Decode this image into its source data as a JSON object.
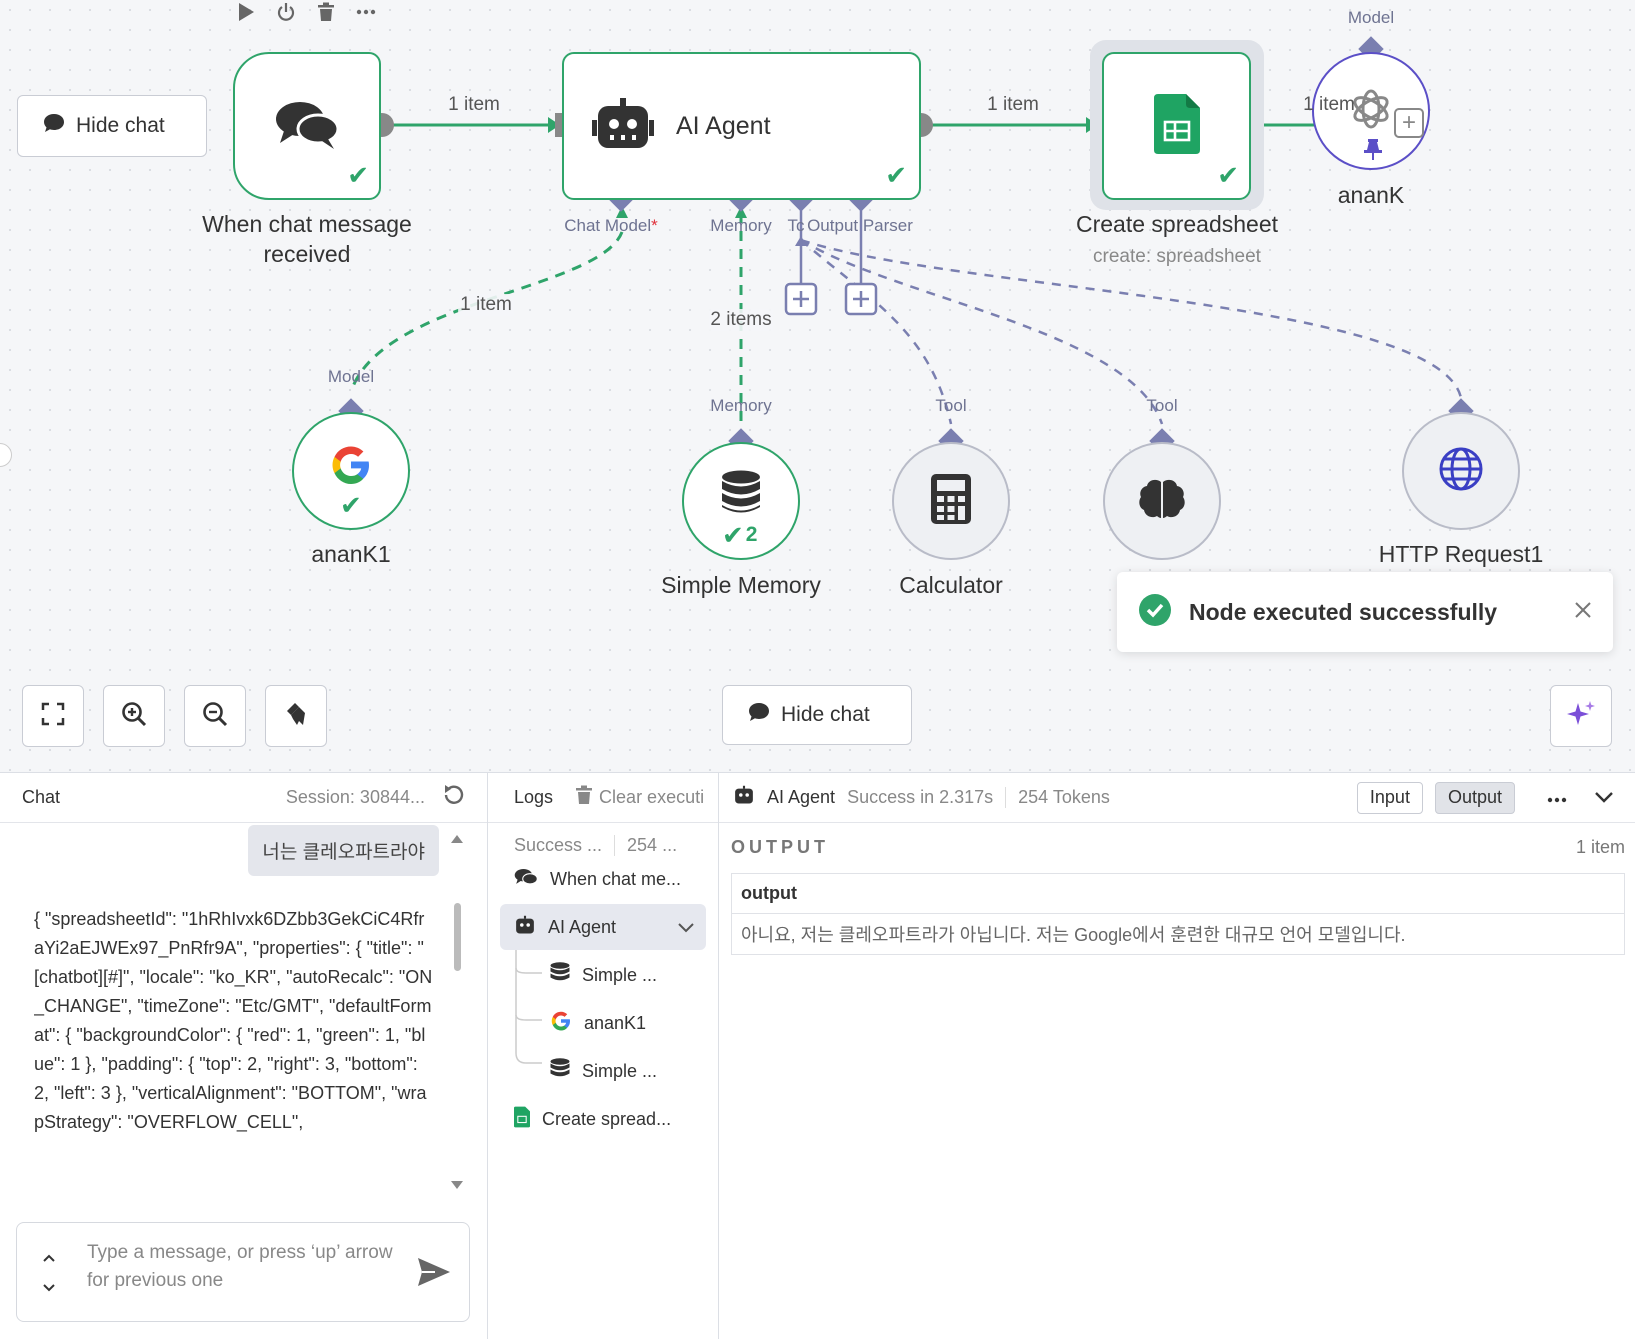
{
  "canvas": {
    "hide_chat_label": "Hide chat",
    "hide_chat_label_2": "Hide chat",
    "nodes": {
      "trigger": {
        "label_line1": "When chat message",
        "label_line2": "received"
      },
      "agent": {
        "label": "AI Agent"
      },
      "sheet": {
        "label": "Create spreadsheet",
        "sub": "create: spreadsheet"
      },
      "openai": {
        "label": "ananK",
        "port_label": "Model"
      },
      "gemini": {
        "label": "ananK1",
        "port_label": "Model"
      },
      "memory": {
        "label": "Simple Memory",
        "port_label": "Memory",
        "badge_count": "2"
      },
      "calculator": {
        "label": "Calculator",
        "port_label": "Tool"
      },
      "think": {
        "label": "",
        "port_label": "Tool"
      },
      "http": {
        "label": "HTTP Request1"
      }
    },
    "ports": {
      "chat_model": "Chat Model",
      "required_mark": "*",
      "memory": "Memory",
      "tool": "Tc",
      "output_parser": "Output Parser"
    },
    "edges": {
      "trigger_agent": "1 item",
      "agent_sheet": "1 item",
      "sheet_next": "1 item",
      "model_link": "1 item",
      "memory_link": "2 items"
    },
    "toast": {
      "message": "Node executed successfully"
    },
    "icons": [
      "play-icon",
      "power-icon",
      "trash-icon",
      "more-icon",
      "fit-view-icon",
      "zoom-in-icon",
      "zoom-out-icon",
      "tidy-up-icon",
      "sparkle-icon"
    ],
    "colors": {
      "success": "#2fa46a",
      "port": "#7a7fb0",
      "purple": "#5b4fc7",
      "sheets_green": "#1fa463"
    }
  },
  "chat": {
    "title": "Chat",
    "session": "Session: 30844...",
    "user_message": "너는 클레오파트라야",
    "bot_message": "{ \"spreadsheetId\": \"1hRhIvxk6DZbb3GekCiC4RfraYi2aEJWEx97_PnRfr9A\", \"properties\": { \"title\": \"[chatbot][#]\", \"locale\": \"ko_KR\", \"autoRecalc\": \"ON_CHANGE\", \"timeZone\": \"Etc/GMT\", \"defaultFormat\": { \"backgroundColor\": { \"red\": 1, \"green\": 1, \"blue\": 1 }, \"padding\": { \"top\": 2, \"right\": 3, \"bottom\": 2, \"left\": 3 }, \"verticalAlignment\": \"BOTTOM\", \"wrapStrategy\": \"OVERFLOW_CELL\",",
    "input_placeholder": "Type a message, or press ‘up’ arrow for previous one"
  },
  "logs": {
    "title": "Logs",
    "clear_label": "Clear executi",
    "summary_status": "Success ...",
    "summary_tokens": "254 ...",
    "items": [
      {
        "label": "When chat me..."
      },
      {
        "label": "AI Agent"
      },
      {
        "label": "Simple ..."
      },
      {
        "label": "ananK1"
      },
      {
        "label": "Simple ..."
      },
      {
        "label": "Create spread..."
      }
    ]
  },
  "output": {
    "node_name": "AI Agent",
    "status": "Success in 2.317s",
    "tokens": "254 Tokens",
    "input_tab": "Input",
    "output_tab": "Output",
    "section_title": "OUTPUT",
    "item_count": "1 item",
    "column": "output",
    "value": "아니요, 저는 클레오파트라가 아닙니다. 저는 Google에서 훈련한 대규모 언어 모델입니다."
  }
}
